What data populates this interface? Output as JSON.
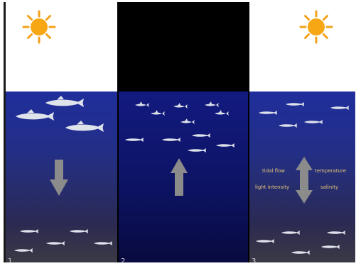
{
  "panels": [
    {
      "number": "1",
      "sky": "day",
      "sky_icon": "sun-icon",
      "arrow_direction": "down",
      "labels": []
    },
    {
      "number": "2",
      "sky": "night",
      "sky_icon": "moon-icon",
      "arrow_direction": "up",
      "labels": []
    },
    {
      "number": "3",
      "sky": "day",
      "sky_icon": "sun-icon",
      "arrow_direction": "up-down",
      "labels": [
        "tidal flow",
        "temperature",
        "light intensity",
        "salinity"
      ]
    }
  ],
  "colors": {
    "day_sky": "#ffffff",
    "night_sky": "#000000",
    "water_top": "#202e96",
    "water_mid": "#22307a",
    "water_bottom": "#2c2b55",
    "night_water_top": "#11187a",
    "night_water_bottom": "#090b44",
    "sun": "#f7a614",
    "sun_ray": "#f2a11a",
    "moon": "#f6c31a",
    "arrow": "#8b8b8b",
    "fish": "#d9dde6",
    "label": "#e6c57a",
    "separator": "#000000"
  }
}
